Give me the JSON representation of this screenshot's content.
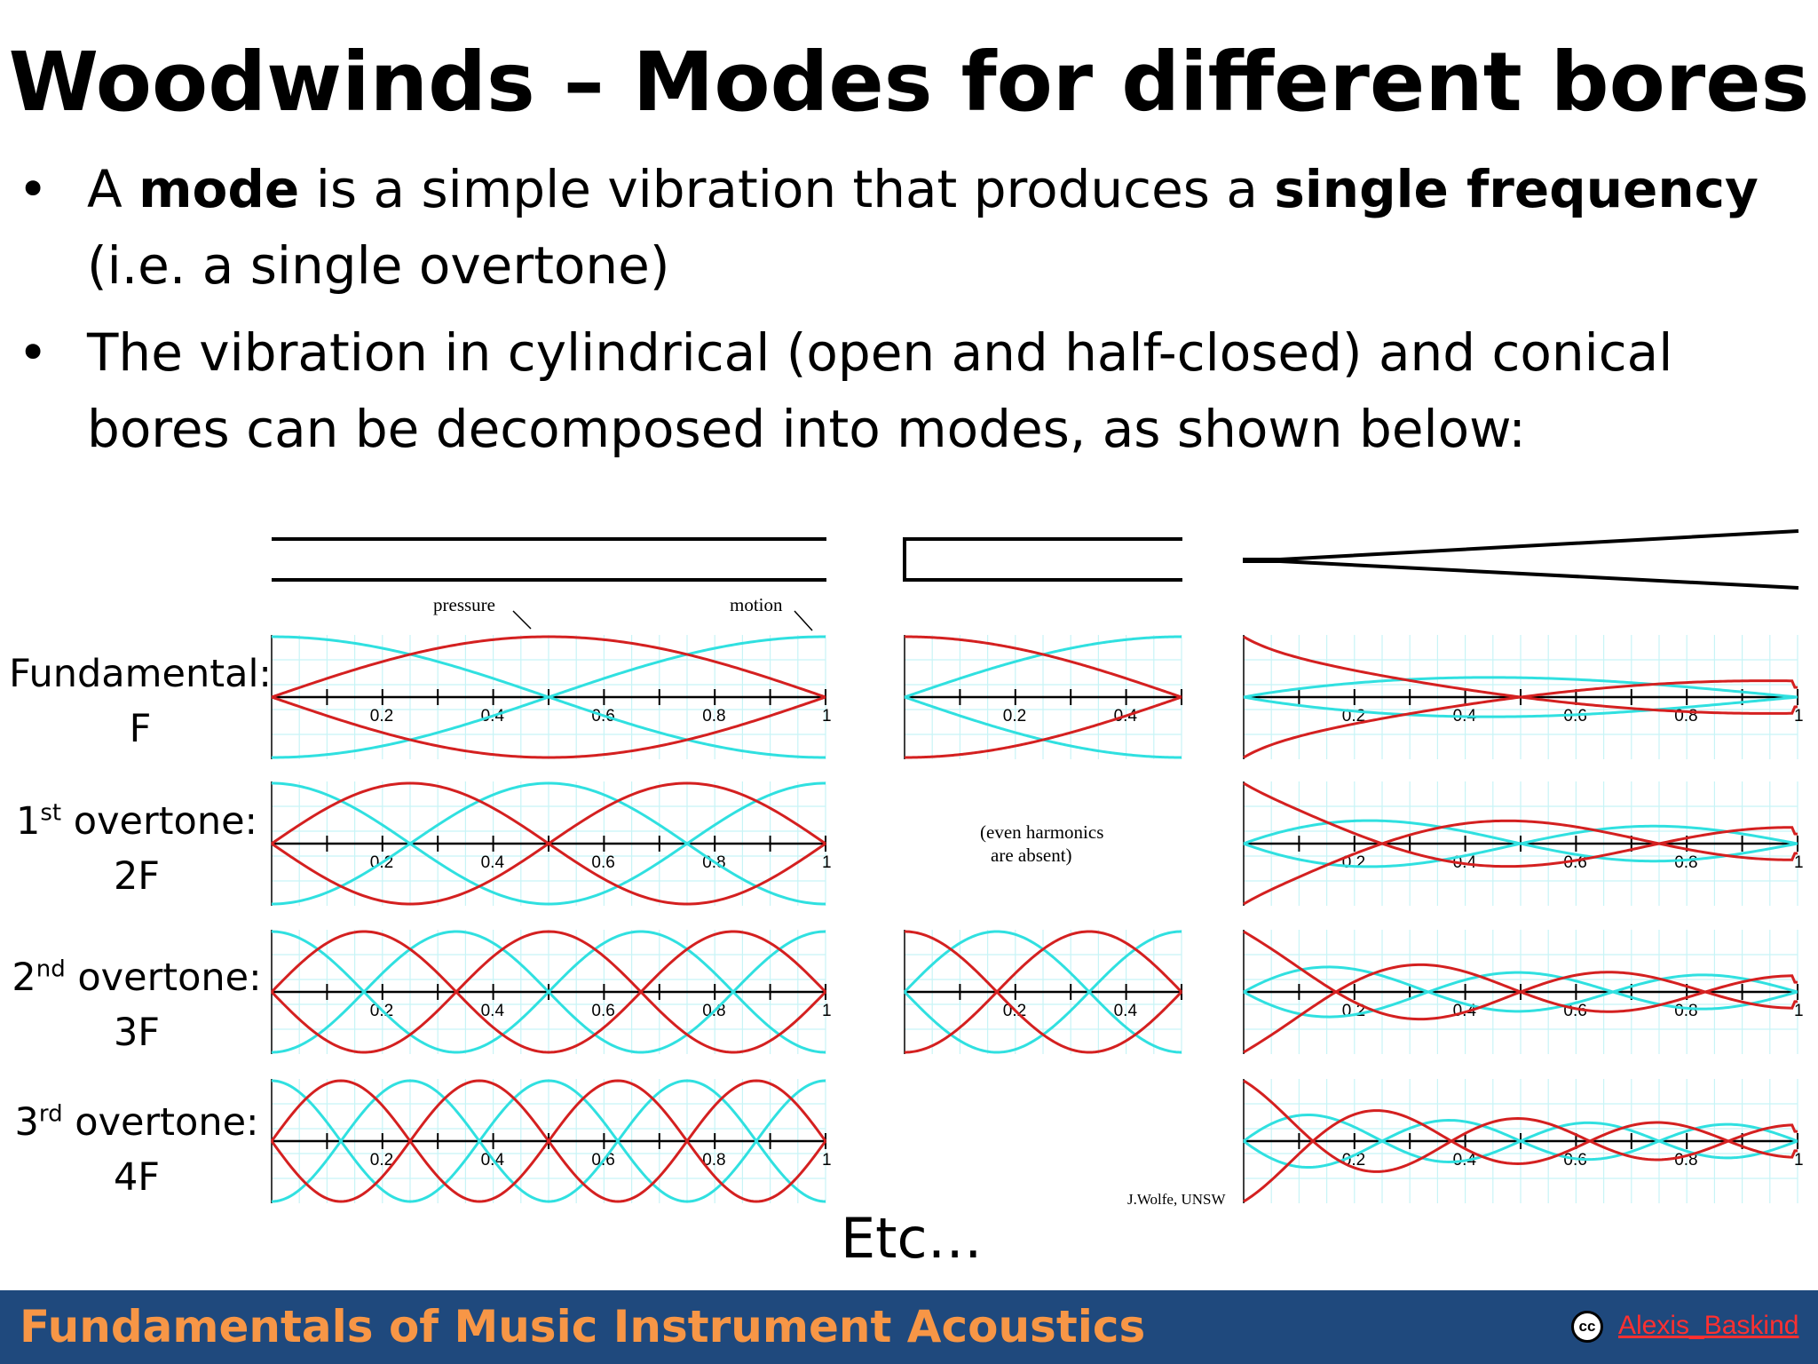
{
  "title": "Woodwinds – Modes for different bores",
  "bullets": [
    {
      "pre": "A ",
      "b1": "mode",
      "mid": " is a simple vibration that produces a ",
      "b2": "single frequency",
      "post": " (i.e. a single overtone)"
    },
    {
      "pre": "The vibration in cylindrical (open and half-closed) and conical bores can be decomposed into modes, as shown below:",
      "b1": "",
      "mid": "",
      "b2": "",
      "post": ""
    }
  ],
  "bullet_glyph": "•",
  "rows": [
    {
      "name": "Fundamental:",
      "sup": "",
      "rest": "",
      "freq": "F"
    },
    {
      "name": "1",
      "sup": "st",
      "rest": " overtone:",
      "freq": "2F"
    },
    {
      "name": "2",
      "sup": "nd",
      "rest": " overtone:",
      "freq": "3F"
    },
    {
      "name": "3",
      "sup": "rd",
      "rest": " overtone:",
      "freq": "4F"
    }
  ],
  "annotations": {
    "pressure": "pressure",
    "motion": "motion",
    "even_harmonics_1": "(even harmonics",
    "even_harmonics_2": "are absent)",
    "credit": "J.Wolfe, UNSW"
  },
  "tick_labels_full": [
    "0.2",
    "0.4",
    "0.6",
    "0.8",
    "1"
  ],
  "tick_labels_half": [
    "0.2",
    "0.4"
  ],
  "colors": {
    "pressure": "#d42020",
    "motion": "#30e0e0",
    "grid": "#c8f4f6",
    "footer_bg": "#1f497d",
    "footer_text": "#f79646",
    "link": "#ff3030"
  },
  "etc": "Etc…",
  "footer": {
    "title": "Fundamentals of Music Instrument Acoustics",
    "cc": "cc",
    "author": "Alexis_Baskind"
  }
}
